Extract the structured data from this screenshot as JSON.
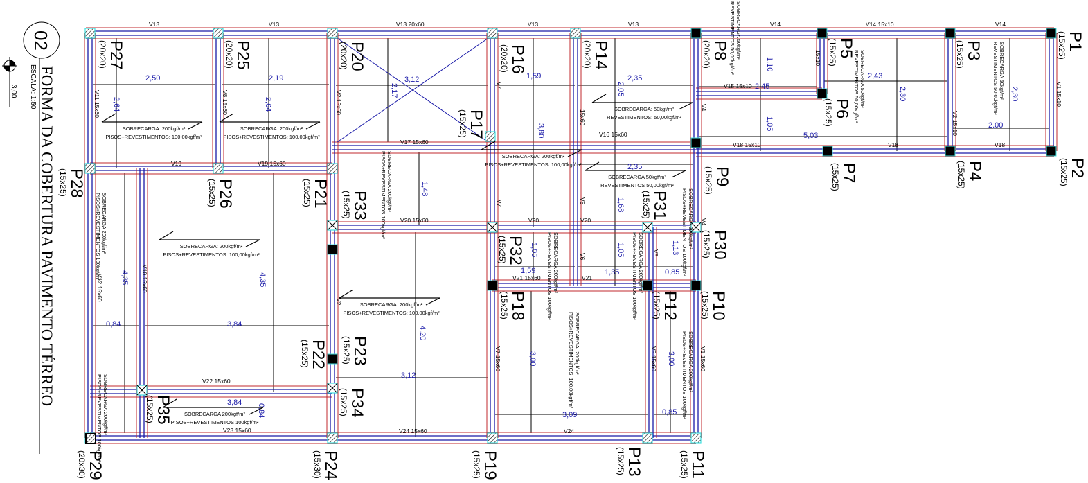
{
  "title": {
    "drawing_number": "02",
    "title": "FORMA DA COBERTURA PAVIMENTO TÉRREO",
    "scale": "ESCALA: 1:50",
    "level": "3,00"
  },
  "pillars": [
    {
      "name": "P1",
      "size": "(15x25)"
    },
    {
      "name": "P2",
      "size": "(15x25)"
    },
    {
      "name": "P3",
      "size": "(15x25)"
    },
    {
      "name": "P4",
      "size": "(15x25)"
    },
    {
      "name": "P5",
      "size": "(15x25)"
    },
    {
      "name": "P6",
      "size": "(15x25)"
    },
    {
      "name": "P7",
      "size": "(15x25)"
    },
    {
      "name": "P8",
      "size": "(20x20)"
    },
    {
      "name": "P9",
      "size": "(15x25)"
    },
    {
      "name": "P10",
      "size": "(15x25)"
    },
    {
      "name": "P11",
      "size": "(15x25)"
    },
    {
      "name": "P12",
      "size": "(15x25)"
    },
    {
      "name": "P13",
      "size": "(15x25)"
    },
    {
      "name": "P14",
      "size": "(20x20)"
    },
    {
      "name": "P16",
      "size": "(20x20)"
    },
    {
      "name": "P17",
      "size": "(15x25)"
    },
    {
      "name": "P18",
      "size": "(15x25)"
    },
    {
      "name": "P19",
      "size": "(15x25)"
    },
    {
      "name": "P20",
      "size": "(20x20)"
    },
    {
      "name": "P21",
      "size": "(15x25)"
    },
    {
      "name": "P22",
      "size": "(15x25)"
    },
    {
      "name": "P23",
      "size": "(15x25)"
    },
    {
      "name": "P24",
      "size": "(15x30)"
    },
    {
      "name": "P25",
      "size": "(20x20)"
    },
    {
      "name": "P26",
      "size": "(15x25)"
    },
    {
      "name": "P27",
      "size": "(20x20)"
    },
    {
      "name": "P28",
      "size": "(15x25)"
    },
    {
      "name": "P29",
      "size": "(20x30)"
    },
    {
      "name": "P30",
      "size": "(15x25)"
    },
    {
      "name": "P31",
      "size": "(15x25)"
    },
    {
      "name": "P32",
      "size": "(15x25)"
    },
    {
      "name": "P33",
      "size": "(15x25)"
    },
    {
      "name": "P34",
      "size": "(15x25)"
    },
    {
      "name": "P35",
      "size": "(15x25)"
    }
  ],
  "beam_labels": [
    "V13",
    "V13",
    "V13 20x60",
    "V13",
    "V13",
    "V14",
    "V14 15x10",
    "V14",
    "V19",
    "V19 15x60",
    "V17 15x60",
    "V16 15x60",
    "V15 15x10",
    "V18 15x10",
    "V18",
    "V18",
    "V20 15x60",
    "V20",
    "V20",
    "V21 15x60",
    "V21",
    "V22 15x60",
    "V23 15x60",
    "V24 15x60",
    "V24",
    "V11 15x60",
    "V8 15x60",
    "V2 15x60",
    "V7",
    "V7",
    "15x60",
    "V6",
    "V6",
    "V4",
    "V4",
    "15x10",
    "V2 15x10",
    "V1 15x10",
    "V12 15x60",
    "V10 15x60",
    "V2",
    "V7 15x60",
    "V5 15x60",
    "V5",
    "V1 15x60"
  ],
  "dimensions": [
    "2,50",
    "2,19",
    "2,64",
    "2,64",
    "3,12",
    "2,17",
    "1,59",
    "3,80",
    "2,35",
    "2,05",
    "2,35",
    "1,68",
    "1,48",
    "1,10",
    "2,45",
    "1,05",
    "5,03",
    "2,43",
    "2,30",
    "2,30",
    "2,00",
    "1,05",
    "1,59",
    "1,05",
    "1,35",
    "1,13",
    "0,85",
    "4,35",
    "4,35",
    "0,84",
    "3,84",
    "4,20",
    "3,12",
    "3,84",
    "0,84",
    "3,00",
    "3,00",
    "3,09",
    "0,85"
  ],
  "loads": [
    {
      "line1": "SOBRECARGA: 200kgf/m²",
      "line2": "PISOS+REVESTIMENTOS: 100,00kgf/m²"
    },
    {
      "line1": "SOBRECARGA: 200kgf/m²",
      "line2": "PISOS+REVESTIMENTOS: 100,00kgf/m²"
    },
    {
      "line1": "SOBRECARGA: 200kgf/m²",
      "line2": "PISOS+REVESTIMENTOS: 100,00kgf/m²"
    },
    {
      "line1": "SOBRECARGA: 50kgf/m²",
      "line2": "REVESTIMENTOS: 50,00kgf/m²"
    },
    {
      "line1": "SOBRECARGA 50kgf/m²",
      "line2": "REVESTIMENTOS 50,00kgf/m²"
    },
    {
      "line1": "SOBRECARGA: 200kgf/m²",
      "line2": "PISOS+REVESTIMENTOS: 100,00kgf/m²"
    },
    {
      "line1": "SOBRECARGA: 200kgf/m²",
      "line2": "PISOS+REVESTIMENTOS: 100,00kgf/m²"
    },
    {
      "line1": "SOBRECARGA 200kgf/m²",
      "line2": "PISOS+REVESTIMENTOS 100kgf/m²"
    },
    {
      "line1": "SOBRECARGA: 200kgf/m²",
      "line2": "PISOS+REVESTIMENTOS: 100,00kgf/m²"
    },
    {
      "line1": "SOBRECARGA 200kgf/m²",
      "line2": "PISOS+REVESTIMENTOS 100kgf/m²"
    },
    {
      "line1": "SOBRECARGA 200kgf/m²",
      "line2": "PISOS+REVESTIMENTOS 100kgf/m²"
    },
    {
      "line1": "SOBRECARGA 200kgf/m²",
      "line2": "PISOS+REVESTIMENTOS 100kgf/m²"
    },
    {
      "line1": "SOBRECARGA 200kgf/m²",
      "line2": "PISOS+REVESTIMENTOS 100kgf/m²"
    },
    {
      "line1": "SOBRECARGA 200kgf/m²",
      "line2": "PISOS+REVESTIMENTOS 100kgf/m²"
    },
    {
      "line1": "SOBRECARGA 200kgf/m²",
      "line2": "PISOS+REVESTIMENTOS 100kgf/m²"
    },
    {
      "line1": "SOBRECARGA 200kgf/m²",
      "line2": "PISOS+REVESTIMENTOS 100kgf/m²"
    },
    {
      "line1": "SOBRECARGA 50kgf/m²",
      "line2": "REVESTIMENTOS 50,00kgf/m²"
    },
    {
      "line1": "SOBRECARGA 50kgf/m²",
      "line2": "REVESTIMENTOS 50,00kgf/m²"
    },
    {
      "line1": "SOBRECARGA 50kgf/m²",
      "line2": "REVESTIMENTOS 50,00kgf/m²"
    }
  ],
  "colors": {
    "beam_edge": "#c0282c",
    "beam_axis": "#1a1aa8",
    "dimension": "#1a1aa8",
    "pillar_outline": "#40e0e0"
  }
}
